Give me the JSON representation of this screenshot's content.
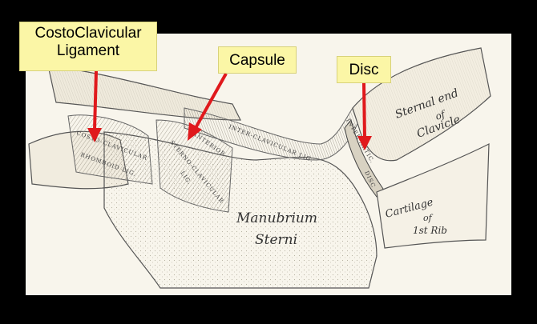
{
  "callouts": {
    "costoclavicular": {
      "line1": "CostoClavicular",
      "line2": "Ligament"
    },
    "capsule": "Capsule",
    "disc": "Disc"
  },
  "engraving": {
    "manubrium": "Manubrium",
    "sterni": "Sterni",
    "sternal_end": "Sternal end",
    "of_1": "of",
    "clavicle": "Clavicle",
    "cartilage": "Cartilage",
    "of_2": "of",
    "first_rib": "1st Rib",
    "interclavicular_lig": "INTER-CLAVICULAR LIG.",
    "anterior": "ANTERIOR",
    "sternoclavicular": "STERNO-CLAVICULAR",
    "lig": "LIG.",
    "costoclavicular_lig": "COSTO-CLAVICULAR",
    "rhomboid_lig": "RHOMBOID LIG.",
    "interarticular": "INTER-ARTIC.",
    "disc_label": "DISC"
  },
  "colors": {
    "arrow": "#e0191c",
    "callout_bg": "#fbf6a6",
    "paper": "#f8f5ec",
    "background": "#000000"
  }
}
